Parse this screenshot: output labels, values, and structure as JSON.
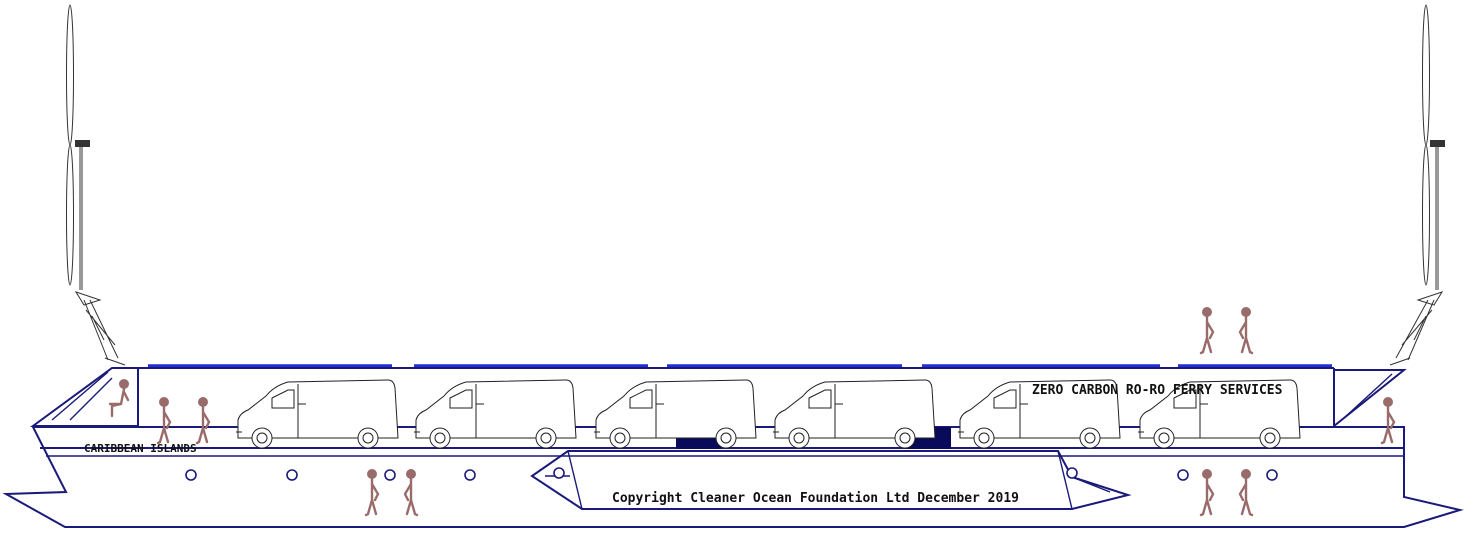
{
  "labels": {
    "ferry_services": "ZERO CARBON RO-RO FERRY SERVICES",
    "region": "CARIBBEAN ISLANDS",
    "copyright": "Copyright Cleaner Ocean Foundation Ltd December 2019"
  },
  "colors": {
    "hull": "#1a1a7a",
    "solar_deck": "#1f2ed6",
    "people": "#9a6b6b",
    "doors": "#0a0a5a"
  },
  "vehicles": {
    "count": 6,
    "type": "van"
  },
  "turbines": {
    "count": 2,
    "type": "vertical-axis-wind-turbine"
  }
}
